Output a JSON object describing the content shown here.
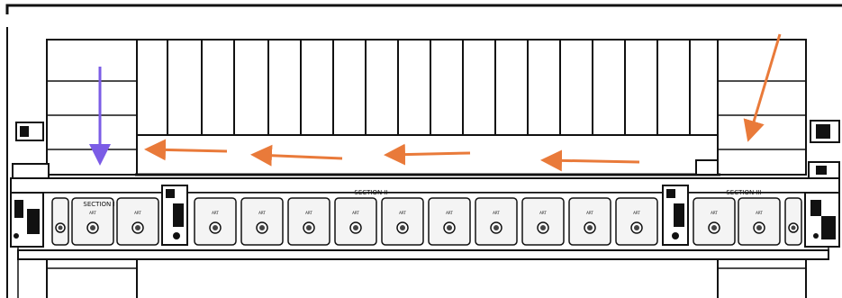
{
  "section_labels": [
    "SECTION I",
    "SECTION II",
    "SECTION III"
  ],
  "module_tag": "ART",
  "arrows": [
    {
      "name": "arrow-vertical-down",
      "color": "#7B5CE6"
    },
    {
      "name": "arrow-diagonal-down-left",
      "color": "#E97A3A"
    },
    {
      "name": "arrow-left-1",
      "color": "#E97A3A"
    },
    {
      "name": "arrow-left-2",
      "color": "#E97A3A"
    },
    {
      "name": "arrow-left-3",
      "color": "#E97A3A"
    },
    {
      "name": "arrow-left-4",
      "color": "#E97A3A"
    }
  ],
  "colors": {
    "line": "#111111",
    "module_fill": "#f4f4f4",
    "orange": "#E97A3A",
    "purple": "#7B5CE6"
  }
}
